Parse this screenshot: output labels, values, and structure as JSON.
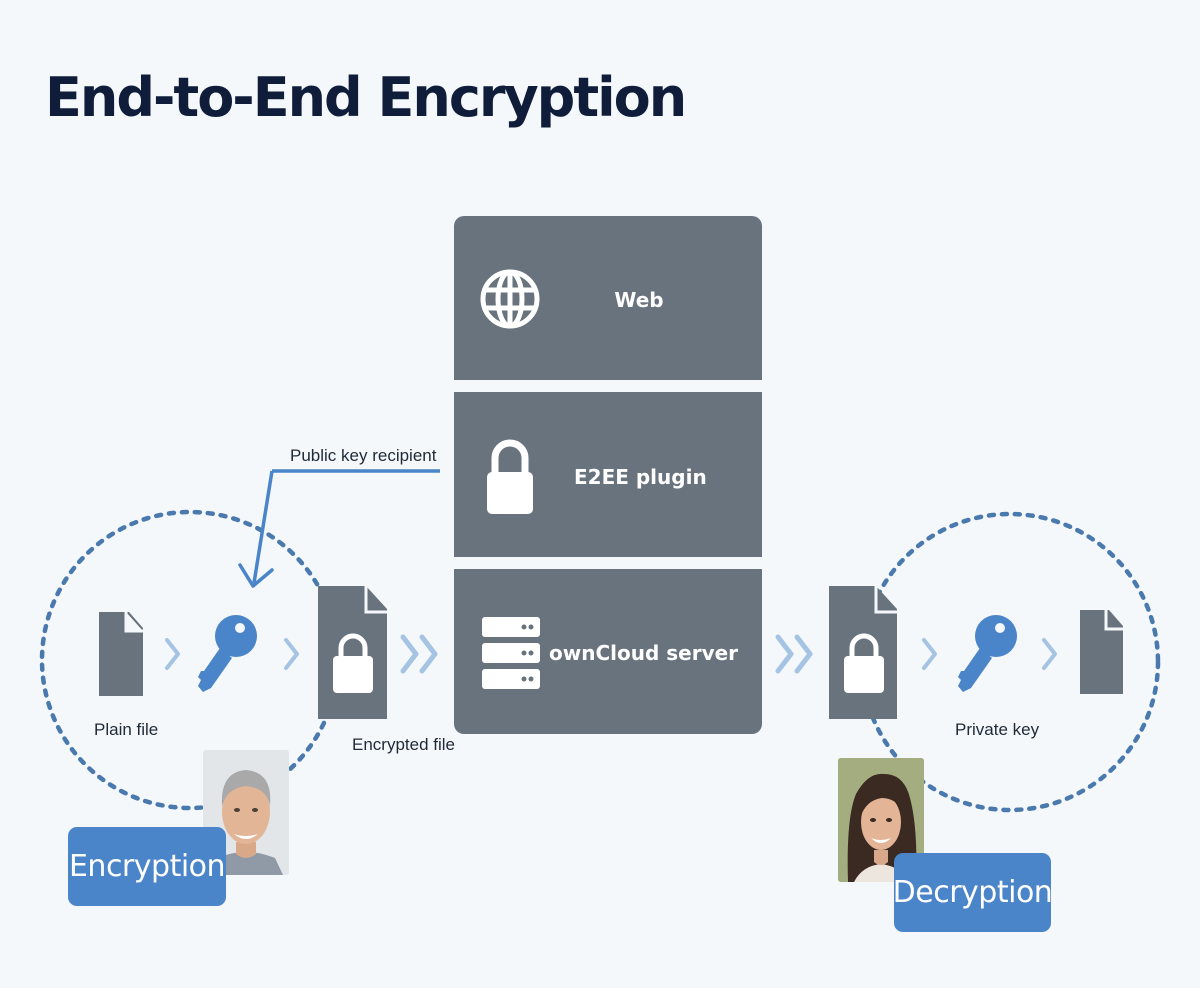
{
  "title": "End-to-End Encryption",
  "stack": {
    "web": {
      "label": "Web",
      "icon": "globe-icon"
    },
    "plugin": {
      "label": "E2EE plugin",
      "icon": "lock-icon"
    },
    "server": {
      "label": "ownCloud server",
      "icon": "server-icon"
    }
  },
  "labels": {
    "public_key_recipient": "Public key recipient",
    "plain_file": "Plain file",
    "encrypted_file": "Encrypted file",
    "private_key": "Private key"
  },
  "badges": {
    "encryption": "Encryption",
    "decryption": "Decryption"
  },
  "colors": {
    "accent_blue": "#4a84c9",
    "panel_gray": "#68737d",
    "dotted_circle": "#4a79ad",
    "title": "#0f1d3a"
  }
}
